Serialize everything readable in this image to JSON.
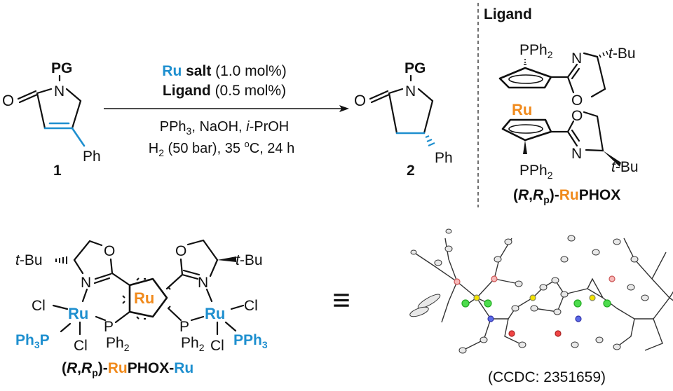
{
  "colors": {
    "ru_salt_blue": "#1e8fcf",
    "ru_ligand_orange": "#f08a1c",
    "text": "#111111"
  },
  "reaction": {
    "substrate": {
      "label": "1",
      "pg": "PG",
      "o": "O",
      "n": "N",
      "substituent": "Ph"
    },
    "product": {
      "label": "2",
      "pg": "PG",
      "o": "O",
      "n": "N",
      "substituent": "Ph"
    },
    "conditions": {
      "line1_metal": "Ru",
      "line1_bold": " salt",
      "line1_amount": " (1.0 mol%)",
      "line2_bold": "Ligand",
      "line2_amount": " (0.5 mol%)",
      "line3_a": "PPh",
      "line3_sub": "3",
      "line3_b": ", NaOH, ",
      "line3_italic": "i",
      "line3_c": "-PrOH",
      "line4_a": "H",
      "line4_sub": "2",
      "line4_b": " (50 bar), 35 ",
      "line4_sup": "o",
      "line4_c": "C, 24 h"
    }
  },
  "ligand_panel": {
    "heading": "Ligand",
    "pph2_top": "PPh",
    "pph2_top_sub": "2",
    "pph2_bottom": "PPh",
    "pph2_bottom_sub": "2",
    "n": "N",
    "o": "O",
    "tbu_italic": "t",
    "tbu_rest": "-Bu",
    "metal": "Ru",
    "name_open": "(",
    "name_R": "R",
    "name_comma": ",",
    "name_Rp": "R",
    "name_p": "p",
    "name_close": ")-",
    "name_metal": "Ru",
    "name_rest": "PHOX"
  },
  "complex": {
    "tbu_italic": "t",
    "tbu_rest": "-Bu",
    "o": "O",
    "n": "N",
    "ru_left": "Ru",
    "ru_right": "Ru",
    "ru_center": "Ru",
    "cl": "Cl",
    "p": "P",
    "ph2": "Ph",
    "ph2_sub": "2",
    "pph3_left": "Ph",
    "pph3_left_sub": "3",
    "pph3_left_p": "P",
    "pph3_right": "PPh",
    "pph3_right_sub": "3",
    "name_open": "(",
    "name_R": "R",
    "name_comma": ",",
    "name_Rp": "R",
    "name_p": "p",
    "name_close": ")-",
    "name_metal": "Ru",
    "name_mid": "PHOX-",
    "name_metal2": "Ru"
  },
  "equivalence_symbol": "≡",
  "crystal": {
    "caption": "(CCDC: 2351659)"
  }
}
